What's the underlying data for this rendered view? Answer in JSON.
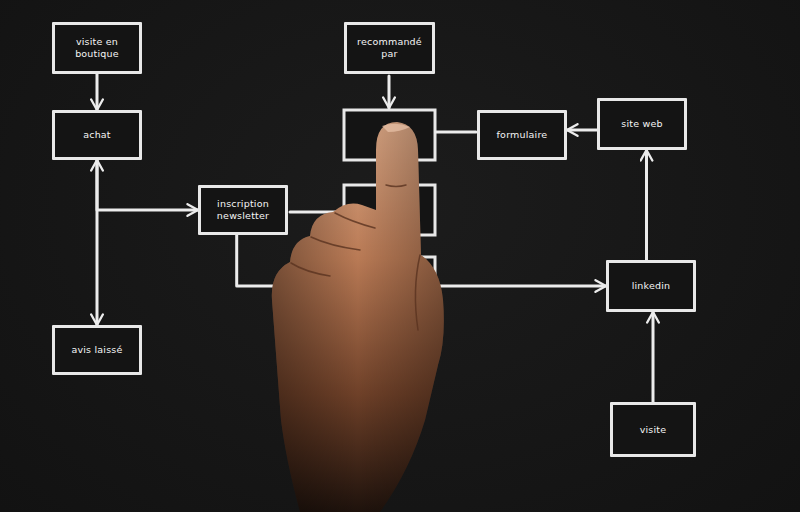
{
  "diagram": {
    "nodes": [
      {
        "text": [
          "visite en boutique"
        ]
      },
      {
        "text": [
          "recommandé par"
        ]
      },
      {
        "text": [
          "achat"
        ]
      },
      {
        "text": [
          "formulaire"
        ]
      },
      {
        "text": [
          "site web"
        ]
      },
      {
        "text": [
          "inscription newsletter"
        ]
      },
      {
        "text": [
          "linkedin"
        ]
      },
      {
        "text": [
          "avis laissé"
        ]
      },
      {
        "text": [
          "visite"
        ]
      }
    ],
    "edges": [
      {
        "from": 0,
        "to": 2,
        "arrow": "to"
      },
      {
        "from": 2,
        "to": 7,
        "arrow": "both"
      },
      {
        "from": 2,
        "to": 5,
        "arrow": "to"
      },
      {
        "from": 5,
        "to": 6,
        "arrow": "to"
      },
      {
        "from": 8,
        "to": 6,
        "arrow": "to"
      },
      {
        "from": 6,
        "to": 4,
        "arrow": "to"
      },
      {
        "from": 4,
        "to": 3,
        "arrow": "to"
      }
    ]
  }
}
